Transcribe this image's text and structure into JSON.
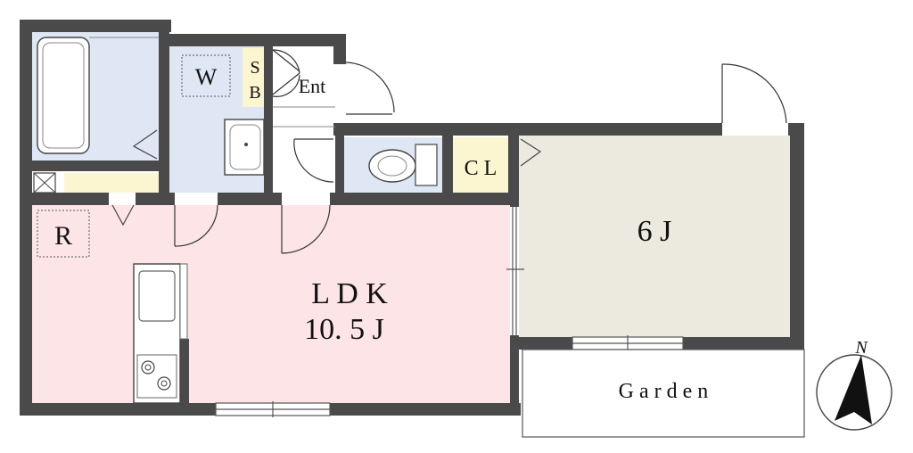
{
  "rooms": {
    "ldk_name": "L D K",
    "ldk_size": "10. 5 J",
    "bedroom": "6 J",
    "closet": "C L",
    "washer": "W",
    "shoe_box_s": "S",
    "shoe_box_b": "B",
    "entrance": "Ent",
    "refrigerator": "R",
    "garden": "G a r d e n"
  },
  "compass": {
    "north": "N"
  },
  "colors": {
    "ldk": "#fde4e7",
    "bedroom": "#eceadf",
    "wet_area": "#dfe6f4",
    "storage": "#fbf6cf",
    "wall": "#4a4a4a"
  }
}
